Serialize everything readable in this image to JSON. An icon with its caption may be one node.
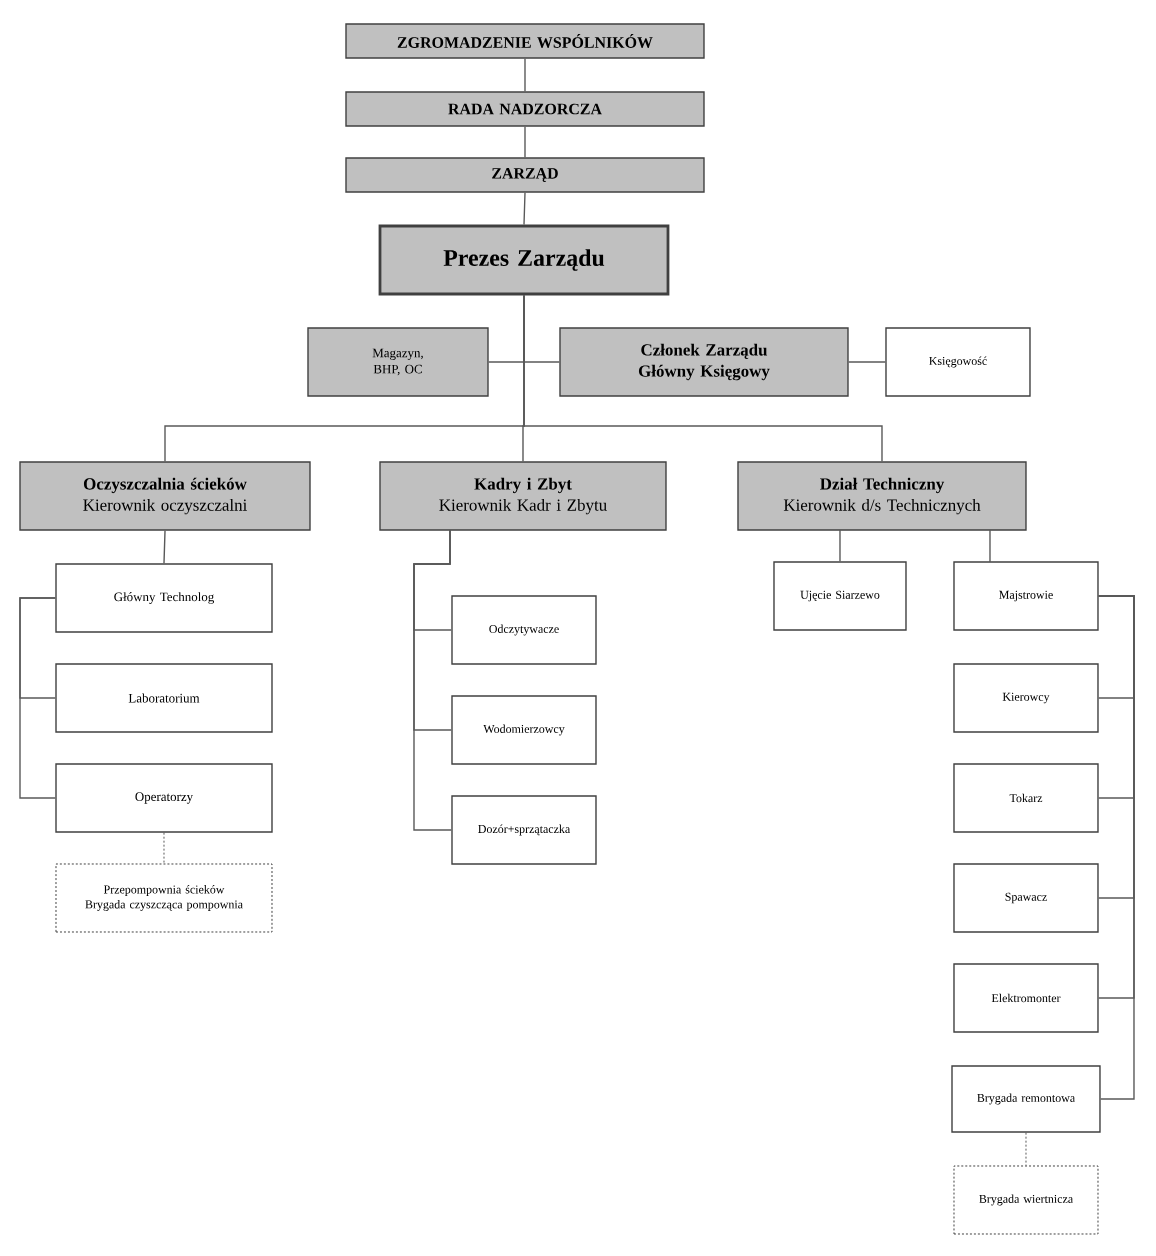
{
  "diagram": {
    "nodes": [
      {
        "text": [
          "ZGROMADZENIE WSPÓLNIKÓW"
        ]
      },
      {
        "text": [
          "RADA NADZORCZA"
        ]
      },
      {
        "text": [
          "ZARZĄD"
        ]
      },
      {
        "text": [
          "Prezes Zarządu"
        ]
      },
      {
        "text": [
          "Magazyn, BHP, OC"
        ]
      },
      {
        "text": [
          "Członek Zarządu Główny Księgowy"
        ]
      },
      {
        "text": [
          "Księgowość"
        ]
      },
      {
        "text": [
          "Oczyszczalnia ścieków",
          "Kierownik oczyszczalni"
        ]
      },
      {
        "text": [
          "Kadry i Zbyt",
          "Kierownik Kadr i Zbytu"
        ]
      },
      {
        "text": [
          "Dział Techniczny",
          "Kierownik d/s Technicznych"
        ]
      },
      {
        "text": [
          "Główny Technolog"
        ]
      },
      {
        "text": [
          "Laboratorium"
        ]
      },
      {
        "text": [
          "Operatorzy"
        ]
      },
      {
        "text": [
          "Przepompownia ścieków",
          "Brygada czyszcząca pompownia"
        ]
      },
      {
        "text": [
          "Odczytywacze"
        ]
      },
      {
        "text": [
          "Wodomierzowcy"
        ]
      },
      {
        "text": [
          "Dozór+sprzątaczka"
        ]
      },
      {
        "text": [
          "Ujęcie Siarzewo"
        ]
      },
      {
        "text": [
          "Majstrowie"
        ]
      },
      {
        "text": [
          "Kierowcy"
        ]
      },
      {
        "text": [
          "Tokarz"
        ]
      },
      {
        "text": [
          "Spawacz"
        ]
      },
      {
        "text": [
          "Elektromonter"
        ]
      },
      {
        "text": [
          "Brygada remontowa"
        ]
      },
      {
        "text": [
          "Brygada wiertnicza"
        ]
      }
    ],
    "edges": [
      {
        "from": 0,
        "to": 1,
        "arrow": "none"
      },
      {
        "from": 1,
        "to": 2,
        "arrow": "none"
      },
      {
        "from": 2,
        "to": 3,
        "arrow": "none"
      },
      {
        "from": 3,
        "to": 4,
        "arrow": "none"
      },
      {
        "from": 3,
        "to": 5,
        "arrow": "none"
      },
      {
        "from": 5,
        "to": 6,
        "arrow": "none"
      },
      {
        "from": 3,
        "to": 7,
        "arrow": "none"
      },
      {
        "from": 3,
        "to": 8,
        "arrow": "none"
      },
      {
        "from": 3,
        "to": 9,
        "arrow": "none"
      },
      {
        "from": 7,
        "to": 10,
        "arrow": "none"
      },
      {
        "from": 10,
        "to": 11,
        "arrow": "none"
      },
      {
        "from": 10,
        "to": 12,
        "arrow": "none"
      },
      {
        "from": 8,
        "to": 14,
        "arrow": "none"
      },
      {
        "from": 8,
        "to": 15,
        "arrow": "none"
      },
      {
        "from": 8,
        "to": 16,
        "arrow": "none"
      },
      {
        "from": 9,
        "to": 17,
        "arrow": "none"
      },
      {
        "from": 9,
        "to": 18,
        "arrow": "none"
      },
      {
        "from": 18,
        "to": 19,
        "arrow": "none"
      },
      {
        "from": 18,
        "to": 20,
        "arrow": "none"
      },
      {
        "from": 18,
        "to": 21,
        "arrow": "none"
      },
      {
        "from": 18,
        "to": 22,
        "arrow": "none"
      },
      {
        "from": 18,
        "to": 23,
        "arrow": "none"
      },
      {
        "from": 12,
        "to": 13,
        "arrow": "none",
        "style": "dashed"
      },
      {
        "from": 23,
        "to": 24,
        "arrow": "none",
        "style": "dashed"
      }
    ]
  }
}
